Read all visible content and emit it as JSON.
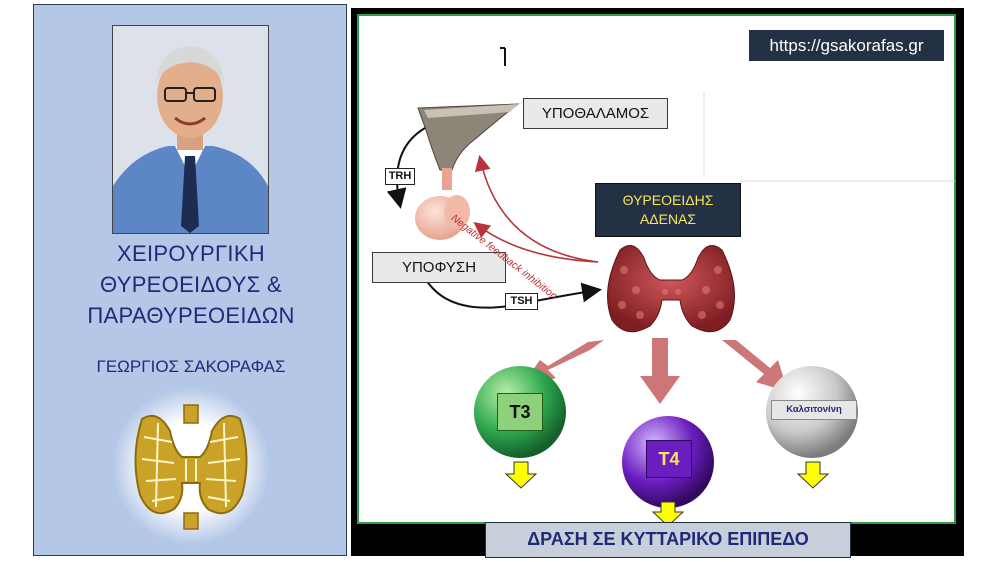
{
  "left_panel": {
    "title_lines": [
      "ΧΕΙΡΟΥΡΓΙΚΗ",
      "ΘΥΡΕΟΕΙΔΟΥΣ &",
      "ΠΑΡΑΘΥΡΕΟΕΙΔΩΝ"
    ],
    "author": "ΓΕΩΡΓΙΟΣ ΣΑΚΟΡΑΦΑΣ"
  },
  "diagram": {
    "url": "https://gsakorafas.gr",
    "hypothalamus_label": "ΥΠΟΘΑΛΑΜΟΣ",
    "pituitary_label": "ΥΠΟΦΥΣΗ",
    "thyroid_label_line1": "ΘΥΡΕΟΕΙΔΗΣ",
    "thyroid_label_line2": "ΑΔΕΝΑΣ",
    "trh_label": "TRH",
    "tsh_label": "TSH",
    "feedback_label": "Negative feedback inhibition",
    "t3_label": "T3",
    "t4_label": "T4",
    "calcitonin_label": "Καλσιτονίνη",
    "bottom_label": "ΔΡΑΣΗ ΣΕ ΚΥΤΤΑΡΙΚΟ ΕΠΙΠΕΔΟ"
  },
  "colors": {
    "panel_bg": "#b4c7e7",
    "frame_green": "#2e9e49",
    "dark_box": "#243144",
    "yellow_text": "#f7e65a",
    "arrow_red": "#c0504d",
    "t3_green": "#2fa84f",
    "t4_purple": "#6a1ebf",
    "yellow_arrow": "#ffff00"
  },
  "icons": [
    "portrait-photo",
    "thyroid-logo-icon",
    "hypothalamus-illustration",
    "pituitary-gland-icon",
    "thyroid-gland-icon",
    "t3-sphere-icon",
    "t4-sphere-icon",
    "calcitonin-sphere-icon"
  ]
}
